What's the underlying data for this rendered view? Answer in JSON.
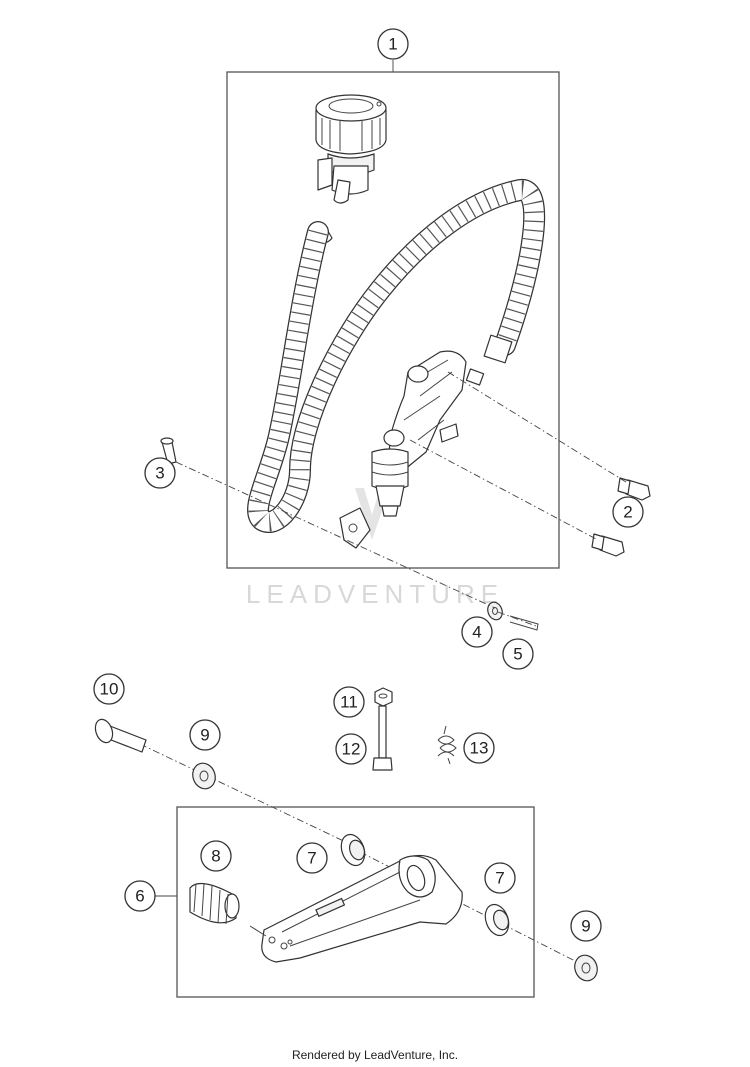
{
  "callouts": {
    "c1": "1",
    "c2": "2",
    "c3": "3",
    "c4": "4",
    "c5": "5",
    "c6": "6",
    "c7a": "7",
    "c7b": "7",
    "c8": "8",
    "c9a": "9",
    "c9b": "9",
    "c10": "10",
    "c11": "11",
    "c12": "12",
    "c13": "13"
  },
  "watermark": "LEADVENTURE",
  "footer": "Rendered by LeadVenture, Inc."
}
